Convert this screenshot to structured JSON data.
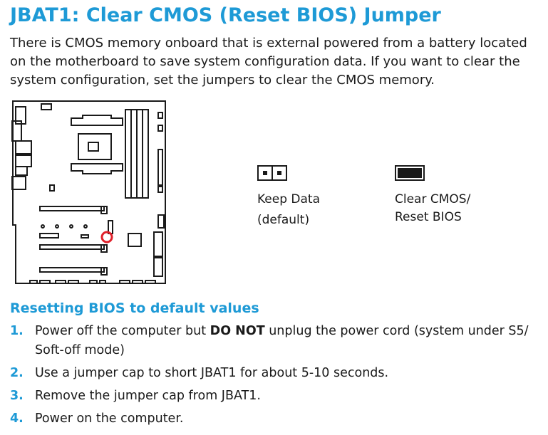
{
  "title": "JBAT1: Clear CMOS (Reset BIOS) Jumper",
  "intro": "There is CMOS memory onboard that is external powered from a battery located on the motherboard to save system configuration data. If you want to clear the system configuration, set the jumpers to clear the CMOS memory.",
  "jumpers": {
    "keep": {
      "line1": "Keep Data",
      "line2": "(default)"
    },
    "clear": {
      "line1": "Clear CMOS/",
      "line2": "Reset BIOS"
    }
  },
  "section_title": "Resetting BIOS to default values",
  "steps": [
    {
      "num": "1.",
      "pre": "Power off the computer but ",
      "bold": "DO NOT",
      "post": " unplug the power cord (system under S5/ Soft-off mode)"
    },
    {
      "num": "2.",
      "text": "Use a jumper cap to short JBAT1 for about 5-10 seconds."
    },
    {
      "num": "3.",
      "text": "Remove the jumper cap from JBAT1."
    },
    {
      "num": "4.",
      "text": "Power on the computer."
    }
  ],
  "colors": {
    "accent": "#1E9AD6",
    "highlight": "#E0202A",
    "text": "#1a1a1a"
  }
}
